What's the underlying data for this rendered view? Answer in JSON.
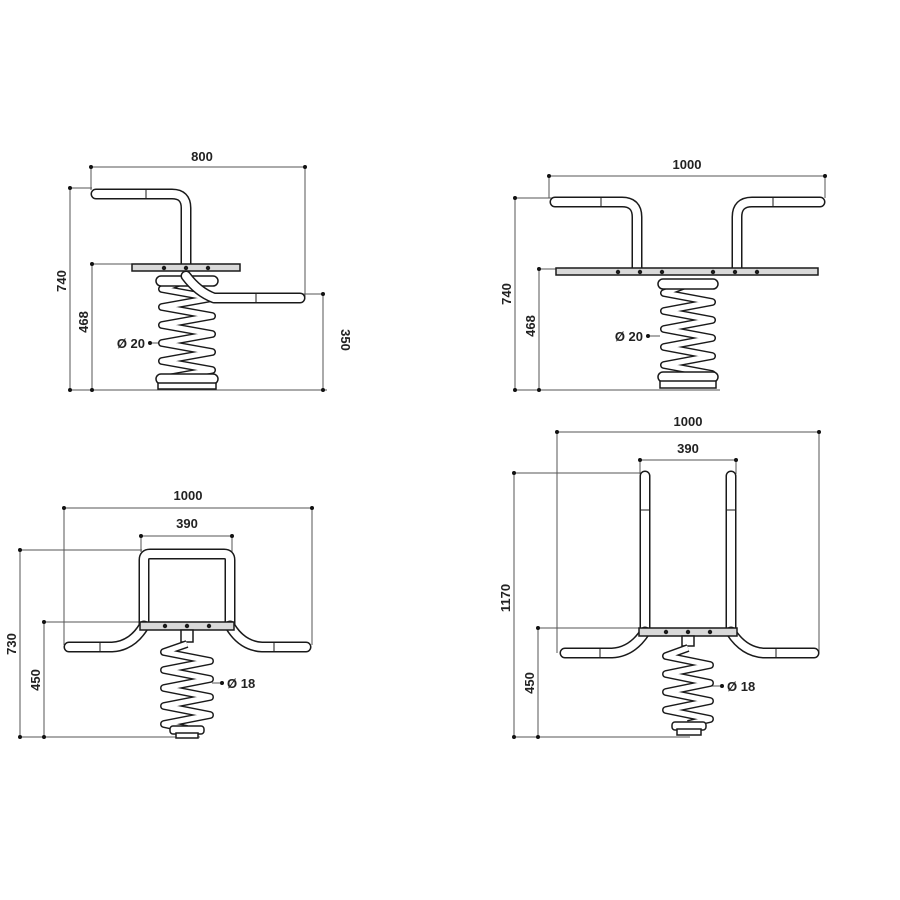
{
  "views": [
    {
      "id": "side-view",
      "width_label": "800",
      "total_height_label": "740",
      "seat_height_label": "468",
      "footrest_height_label": "350",
      "spring_diameter_label": "Ø 20"
    },
    {
      "id": "front-view",
      "width_label": "1000",
      "total_height_label": "740",
      "seat_height_label": "468",
      "spring_diameter_label": "Ø 20"
    },
    {
      "id": "double-side-view",
      "width_label": "1000",
      "inner_width_label": "390",
      "total_height_label": "730",
      "seat_height_label": "450",
      "spring_diameter_label": "Ø 18"
    },
    {
      "id": "double-front-view",
      "width_label": "1000",
      "inner_width_label": "390",
      "total_height_label": "1170",
      "seat_height_label": "450",
      "spring_diameter_label": "Ø 18"
    }
  ]
}
